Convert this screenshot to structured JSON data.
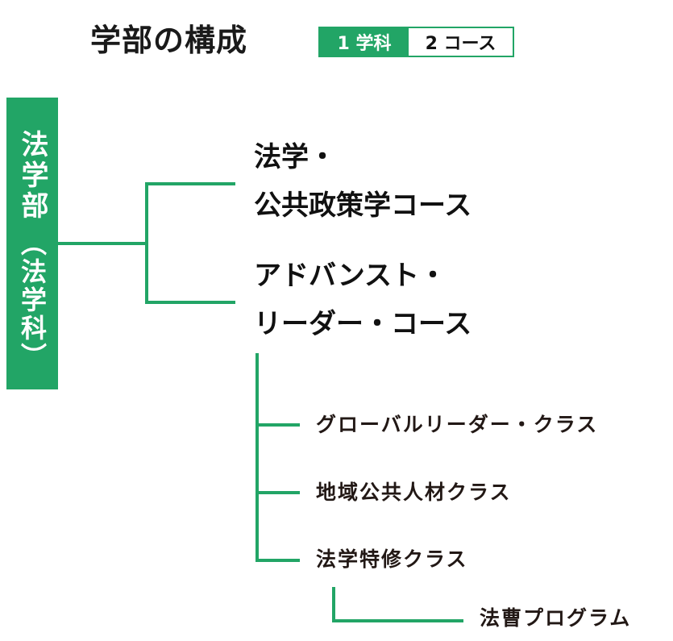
{
  "header": {
    "title": "学部の構成",
    "badge": {
      "departments": "1 学科",
      "courses": "2 コース"
    }
  },
  "faculty": {
    "name": "法学部",
    "department": "（法学科）"
  },
  "courses": [
    {
      "line1": "法学・",
      "line2": "公共政策学コース"
    },
    {
      "line1": "アドバンスト・",
      "line2": "リーダー・コース"
    }
  ],
  "classes": [
    {
      "label": "グローバルリーダー・クラス"
    },
    {
      "label": "地域公共人材クラス"
    },
    {
      "label": "法学特修クラス"
    }
  ],
  "program": {
    "label": "法曹プログラム"
  },
  "colors": {
    "accent": "#22a566",
    "text": "#1a1a1a",
    "white": "#ffffff"
  }
}
